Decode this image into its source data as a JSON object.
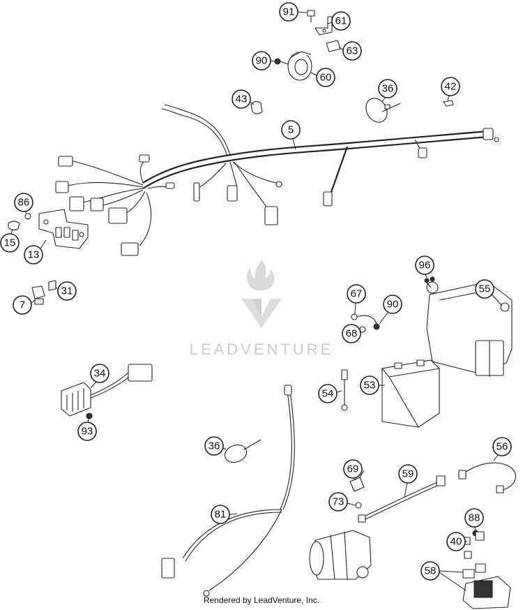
{
  "watermark": {
    "text": "LEADVENTURE"
  },
  "footer": {
    "text": "Rendered by LeadVenture, Inc."
  },
  "callouts": {
    "c91": "91",
    "c61": "61",
    "c63": "63",
    "c90a": "90",
    "c60": "60",
    "c43": "43",
    "c36a": "36",
    "c42": "42",
    "c5": "5",
    "c86": "86",
    "c15": "15",
    "c13": "13",
    "c7": "7",
    "c31": "31",
    "c96": "96",
    "c55": "55",
    "c67": "67",
    "c90b": "90",
    "c68": "68",
    "c34": "34",
    "c93": "93",
    "c54": "54",
    "c53": "53",
    "c36b": "36",
    "c56": "56",
    "c69": "69",
    "c59": "59",
    "c81": "81",
    "c73": "73",
    "c88": "88",
    "c40": "40",
    "c58": "58"
  }
}
